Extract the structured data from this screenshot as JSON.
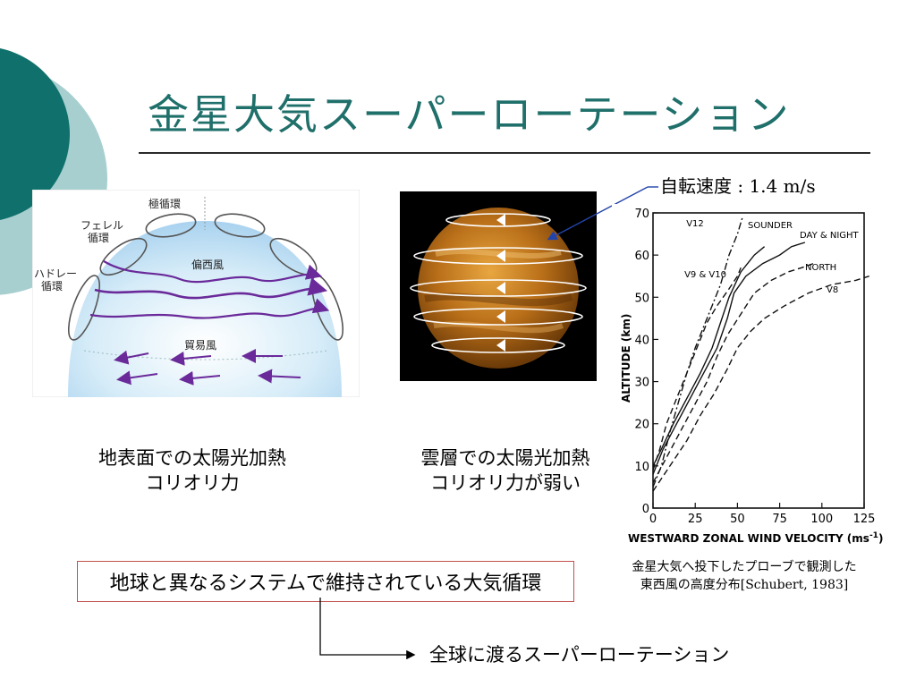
{
  "slide": {
    "title": "金星大気スーパーローテーション",
    "rotation_label": "自転速度 : 1.4 m/s",
    "caption_earth_line1": "地表面での太陽光加熱",
    "caption_earth_line2": "コリオリ力",
    "caption_venus_line1": "雲層での太陽光加熱",
    "caption_venus_line2": "コリオリ力が弱い",
    "box_text": "地球と異なるシステムで維持されている大気循環",
    "conclusion": "全球に渡るスーパーローテーション",
    "figure_caption_line1": "金星大気へ投下したプローブで観測した",
    "figure_caption_line2": "東西風の高度分布[Schubert, 1983]"
  },
  "earth_diagram": {
    "label_polar": "極循環",
    "label_ferrel_1": "フェレル",
    "label_ferrel_2": "循環",
    "label_hadley_1": "ハドレー",
    "label_hadley_2": "循環",
    "label_westerlies": "偏西風",
    "label_trade": "貿易風"
  },
  "chart_data": {
    "type": "line",
    "xlabel": "WESTWARD ZONAL WIND VELOCITY (ms",
    "xlabel_sup": "-1",
    "xlabel_end": ")",
    "ylabel": "ALTITUDE (km)",
    "xlim": [
      0,
      125
    ],
    "ylim": [
      0,
      70
    ],
    "xticks": [
      "0",
      "25",
      "50",
      "75",
      "100",
      "125"
    ],
    "yticks": [
      "0",
      "10",
      "20",
      "30",
      "40",
      "50",
      "60",
      "70"
    ],
    "series": [
      {
        "name": "V12",
        "style": "dashdot",
        "points": [
          [
            0,
            5
          ],
          [
            5,
            10
          ],
          [
            10,
            18
          ],
          [
            15,
            25
          ],
          [
            20,
            32
          ],
          [
            25,
            38
          ],
          [
            30,
            43
          ],
          [
            35,
            48
          ],
          [
            40,
            53
          ],
          [
            45,
            60
          ],
          [
            50,
            65
          ],
          [
            53,
            69
          ]
        ]
      },
      {
        "name": "SOUNDER",
        "style": "solid",
        "points": [
          [
            0,
            10
          ],
          [
            5,
            14
          ],
          [
            12,
            20
          ],
          [
            20,
            26
          ],
          [
            28,
            32
          ],
          [
            35,
            38
          ],
          [
            40,
            44
          ],
          [
            45,
            50
          ],
          [
            52,
            56
          ],
          [
            60,
            60
          ],
          [
            66,
            62
          ]
        ]
      },
      {
        "name": "DAY & NIGHT",
        "style": "solid",
        "points": [
          [
            0,
            8
          ],
          [
            6,
            14
          ],
          [
            14,
            20
          ],
          [
            22,
            26
          ],
          [
            30,
            32
          ],
          [
            38,
            38
          ],
          [
            44,
            45
          ],
          [
            48,
            51
          ],
          [
            55,
            55
          ],
          [
            65,
            58
          ],
          [
            75,
            60
          ],
          [
            82,
            62
          ],
          [
            90,
            63
          ]
        ]
      },
      {
        "name": "V9 & V10",
        "style": "dashed",
        "points": [
          [
            0,
            9
          ],
          [
            4,
            14
          ],
          [
            8,
            20
          ],
          [
            14,
            26
          ],
          [
            20,
            32
          ],
          [
            26,
            38
          ],
          [
            32,
            44
          ],
          [
            38,
            48
          ],
          [
            45,
            52
          ],
          [
            50,
            55
          ],
          [
            52,
            57
          ]
        ]
      },
      {
        "name": "NORTH",
        "style": "dashed",
        "points": [
          [
            0,
            6
          ],
          [
            8,
            12
          ],
          [
            16,
            18
          ],
          [
            24,
            24
          ],
          [
            32,
            30
          ],
          [
            38,
            36
          ],
          [
            44,
            41
          ],
          [
            52,
            46
          ],
          [
            60,
            51
          ],
          [
            70,
            54
          ],
          [
            80,
            56
          ],
          [
            88,
            57
          ],
          [
            95,
            58
          ]
        ]
      },
      {
        "name": "V8",
        "style": "dashed",
        "points": [
          [
            0,
            4
          ],
          [
            10,
            10
          ],
          [
            20,
            16
          ],
          [
            28,
            22
          ],
          [
            36,
            27
          ],
          [
            44,
            33
          ],
          [
            50,
            38
          ],
          [
            58,
            42
          ],
          [
            66,
            45
          ],
          [
            78,
            48
          ],
          [
            92,
            51
          ],
          [
            106,
            53
          ],
          [
            120,
            54
          ],
          [
            128,
            55
          ]
        ]
      }
    ]
  }
}
